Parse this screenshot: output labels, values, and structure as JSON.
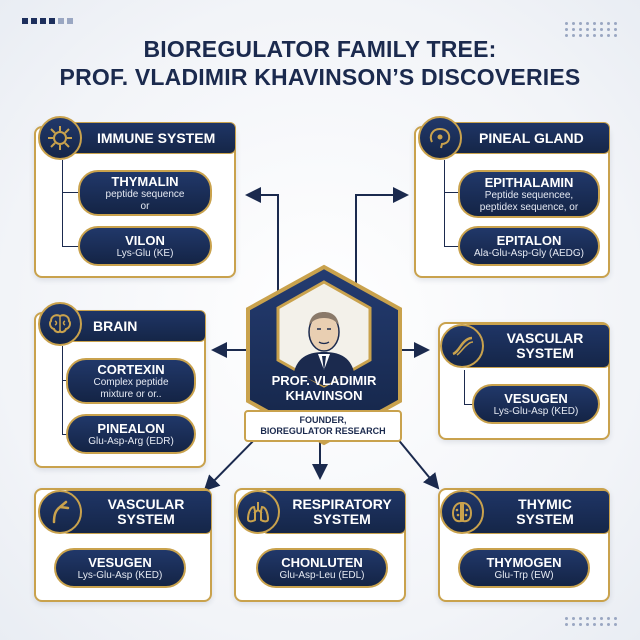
{
  "title": {
    "line1": "BIOREGULATOR FAMILY TREE:",
    "line2": "PROF. VLADIMIR KHAVINSON’S DISCOVERIES"
  },
  "center": {
    "name_line1": "PROF. VLADIMIR",
    "name_line2": "KHAVINSON",
    "tag_line1": "FOUNDER,",
    "tag_line2": "BIOREGULATOR RESEARCH",
    "icon": "portrait-icon"
  },
  "groups": {
    "immune": {
      "heading": "IMMUNE SYSTEM",
      "icon": "virus-icon",
      "items": [
        {
          "name": "THYMALIN",
          "desc1": "peptide sequence",
          "desc2": "or"
        },
        {
          "name": "VILON",
          "desc1": "Lys-Glu (KE)"
        }
      ]
    },
    "pineal": {
      "heading": "PINEAL GLAND",
      "icon": "brain-profile-icon",
      "items": [
        {
          "name": "EPITHALAMIN",
          "desc1": "Peptide sequencee,",
          "desc2": "peptidex sequence, or"
        },
        {
          "name": "EPITALON",
          "desc1": "Ala-Glu-Asp-Gly (AEDG)"
        }
      ]
    },
    "brain": {
      "heading": "BRAIN",
      "icon": "brain-icon",
      "items": [
        {
          "name": "CORTEXIN",
          "desc1": "Complex peptide",
          "desc2": "mixture or or.."
        },
        {
          "name": "PINEALON",
          "desc1": "Glu-Asp-Arg (EDR)"
        }
      ]
    },
    "vascular_right": {
      "heading1": "VASCULAR",
      "heading2": "SYSTEM",
      "icon": "blood-vessel-icon",
      "items": [
        {
          "name": "VESUGEN",
          "desc1": "Lys-Glu-Asp (KED)"
        }
      ]
    },
    "vascular_bottom": {
      "heading1": "VASCULAR",
      "heading2": "SYSTEM",
      "icon": "artery-icon",
      "items": [
        {
          "name": "VESUGEN",
          "desc1": "Lys-Glu-Asp (KED)"
        }
      ]
    },
    "respiratory": {
      "heading1": "RESPIRATORY",
      "heading2": "SYSTEM",
      "icon": "lungs-icon",
      "items": [
        {
          "name": "CHONLUTEN",
          "desc1": "Glu-Asp-Leu (EDL)"
        }
      ]
    },
    "thymic": {
      "heading1": "THYMIC",
      "heading2": "SYSTEM",
      "icon": "thymus-icon",
      "items": [
        {
          "name": "THYMOGEN",
          "desc1": "Glu-Trp (EW)"
        }
      ]
    }
  },
  "colors": {
    "navy": "#1b2a4e",
    "gold": "#c9a24d",
    "background": "#f2f4f8"
  }
}
